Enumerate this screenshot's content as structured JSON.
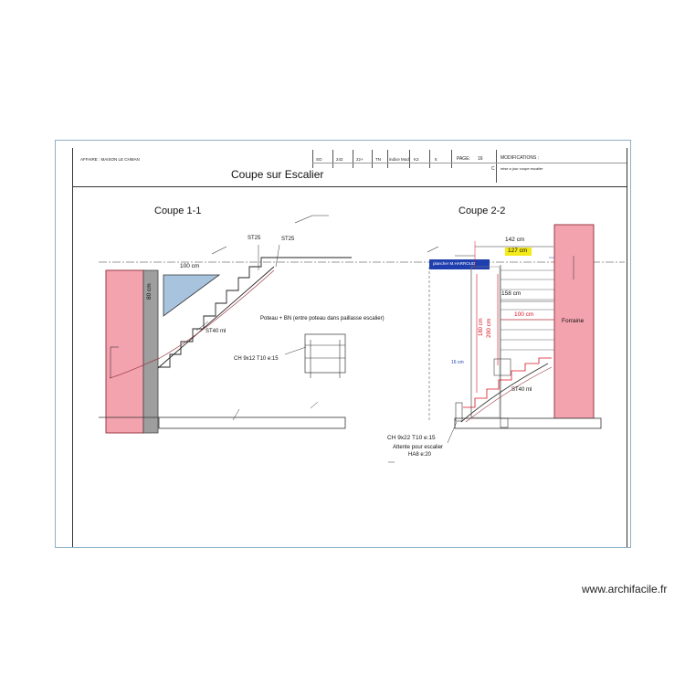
{
  "header": {
    "affaire": "AFFAIRE : MAISON LE CHMAN",
    "cells": [
      "SO",
      "242",
      "22+",
      "TN",
      "indice Mod",
      "K2",
      "5"
    ],
    "page_label": "PAGE:",
    "page_number": "16",
    "modifications_label": "MODIFICATIONS :",
    "modif_letter": "C",
    "modif_text": "mise a jour coupe escalier"
  },
  "title": "Coupe sur Escalier",
  "section1": {
    "title": "Coupe 1-1",
    "dim_100": "100 cm",
    "dim_80": "80 cm",
    "st25_a": "ST25",
    "st25_b": "ST25",
    "st40": "ST40 ml",
    "poteau_note": "Poteau + BN (entre poteau dans paillasse escalier)",
    "ch_note": "CH 9x12 T10 e:15"
  },
  "section2": {
    "title": "Coupe 2-2",
    "dim_142": "142 cm",
    "dim_127": "127 cm",
    "plancher_label": "plancher M.HARROUD",
    "dim_158": "158 cm",
    "dim_100": "100 cm",
    "dim_180": "180 cm",
    "dim_200": "200 cm",
    "dim_16": "16 cm",
    "forraine": "Forraine",
    "st40": "ST40 ml",
    "ch_note": "CH 9x22 T10 e:15",
    "attente_1": "Attente pour escalier",
    "attente_2": "HA8 e:20"
  },
  "watermark": "www.archifacile.fr",
  "colors": {
    "wall_fill": "#f2a3ad",
    "wall_stroke": "#9b3a46",
    "triangle_fill": "#a7c3de",
    "column_fill": "#9e9e9e",
    "dim_red": "#d6121f",
    "highlight": "#f4e919",
    "plancher_blue": "#1f3fae"
  }
}
